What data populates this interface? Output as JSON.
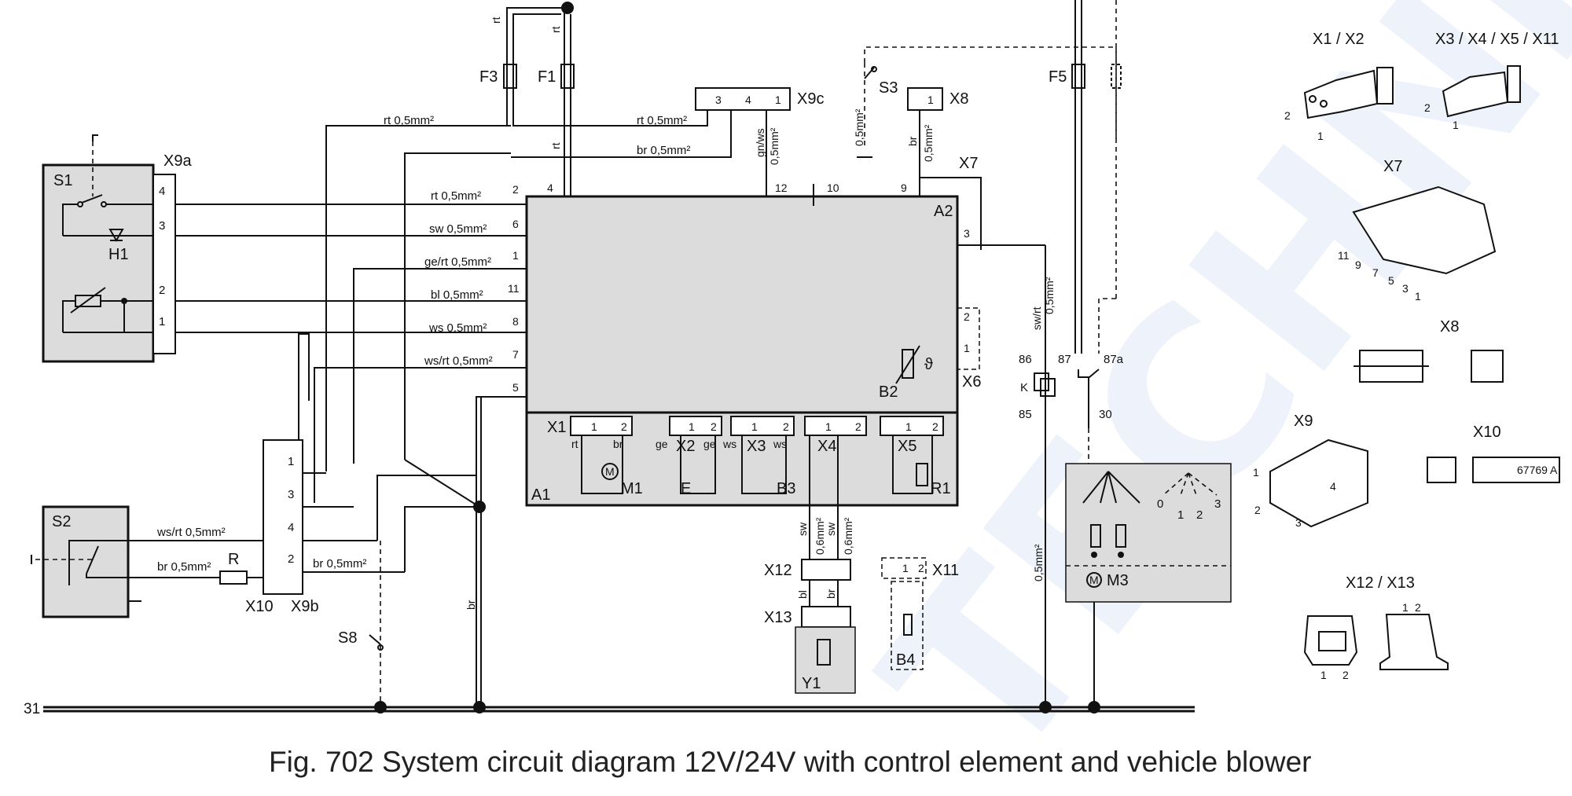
{
  "caption": "Fig. 702   System circuit diagram 12V/24V with control element and vehicle blower",
  "watermark": "TECHNIK",
  "components": {
    "S1": "S1",
    "H1": "H1",
    "S2": "S2",
    "S3": "S3",
    "S8": "S8",
    "A1": "A1",
    "A2": "A2",
    "B2": "B2",
    "B3": "B3",
    "B4": "B4",
    "M1": "M1",
    "M3": "M3",
    "E": "E",
    "R1": "R1",
    "Y1": "Y1",
    "K": "K",
    "R": "R",
    "F1": "F1",
    "F3": "F3",
    "F5": "F5"
  },
  "connectors": {
    "X1": "X1",
    "X2": "X2",
    "X3": "X3",
    "X4": "X4",
    "X5": "X5",
    "X6": "X6",
    "X7": "X7",
    "X8": "X8",
    "X9a": "X9a",
    "X9b": "X9b",
    "X9c": "X9c",
    "X10": "X10",
    "X11": "X11",
    "X12": "X12",
    "X13": "X13"
  },
  "wire_labels": {
    "rt": "rt",
    "br": "br",
    "sw": "sw",
    "ge": "ge",
    "ws": "ws",
    "bl": "bl",
    "rt05": "rt 0,5mm²",
    "br05": "br 0,5mm²",
    "sw05": "sw 0,5mm²",
    "gert05": "ge/rt 0,5mm²",
    "bl05": "bl 0,5mm²",
    "ws05": "ws 0,5mm²",
    "wsrt05": "ws/rt 0,5mm²",
    "mm05": "0,5mm²",
    "mm06": "0,6mm²",
    "gnws": "gn/ws",
    "swrt": "sw/rt"
  },
  "pins": {
    "p1": "1",
    "p2": "2",
    "p3": "3",
    "p4": "4",
    "p5": "5",
    "p6": "6",
    "p7": "7",
    "p8": "8",
    "p9": "9",
    "p10": "10",
    "p11": "11",
    "p12": "12",
    "p30": "30",
    "p31": "31",
    "p85": "85",
    "p86": "86",
    "p87": "87",
    "p87a": "87a",
    "p0": "0"
  },
  "legend": {
    "x1x2": "X1 / X2",
    "x3_x11": "X3 / X4 / X5 / X11",
    "x7": "X7",
    "x8": "X8",
    "x9": "X9",
    "x10": "X10",
    "x10_part": "67769 A",
    "x12x13": "X12 / X13"
  },
  "colors": {
    "box_fill": "#dcdcdc",
    "watermark": "#eef2fb",
    "line": "#111111"
  }
}
